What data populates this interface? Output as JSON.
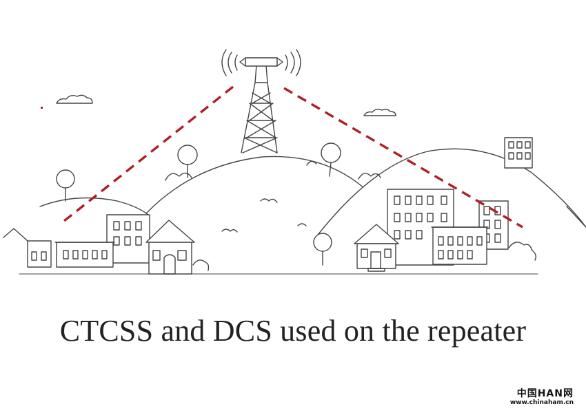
{
  "caption": "CTCSS and DCS used on the repeater",
  "logo": {
    "brand": "中国HAN网",
    "site": "www.chinaham.cn"
  },
  "colors": {
    "signal": "#b01e24",
    "line": "#444444",
    "text": "#222222"
  },
  "icons": [
    "radio-tower-icon",
    "signal-wave-icon",
    "cloud-icon",
    "tree-icon",
    "house-icon",
    "building-icon",
    "hill-icon"
  ]
}
